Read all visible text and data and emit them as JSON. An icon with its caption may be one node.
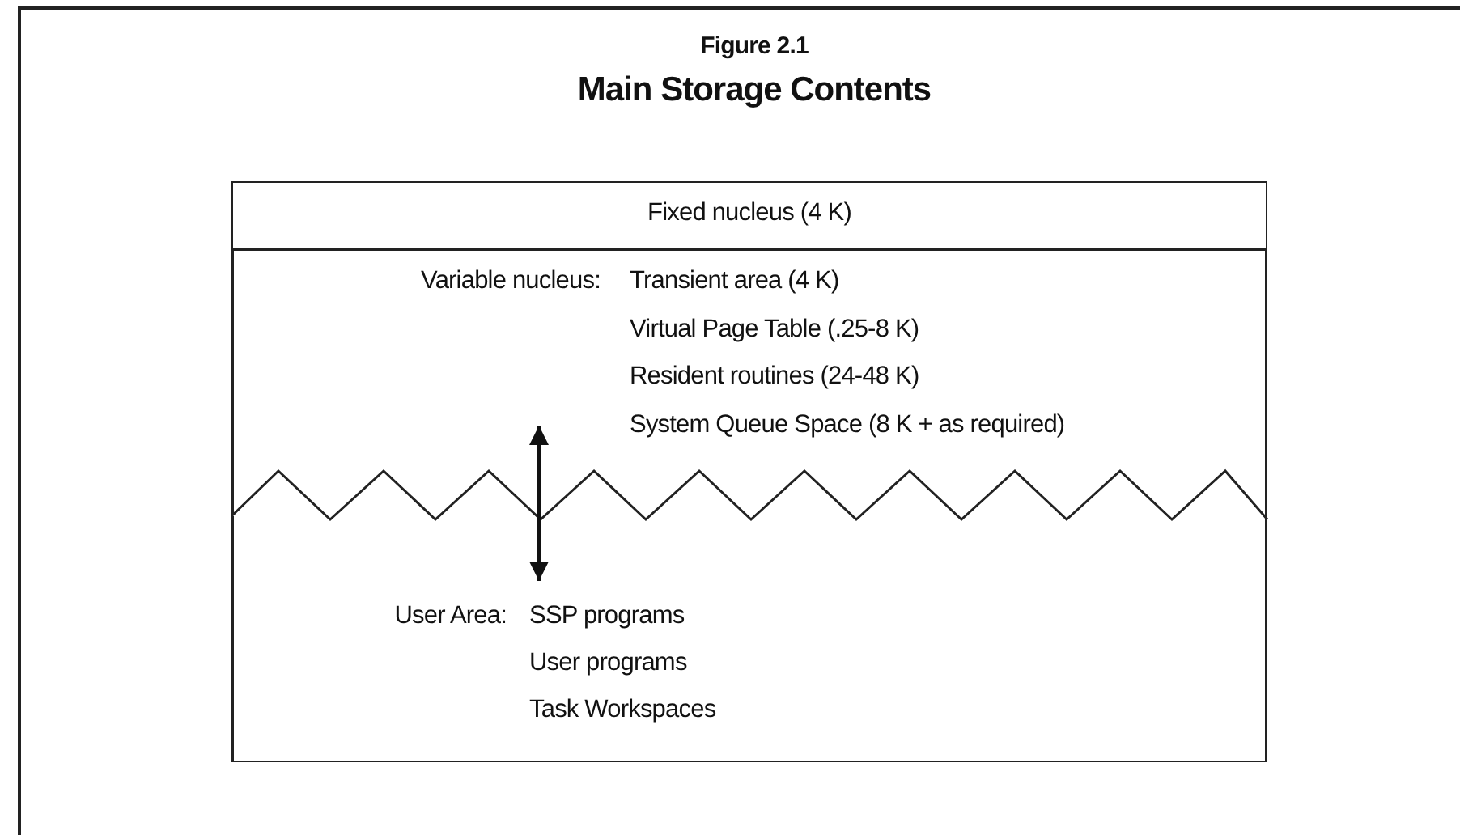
{
  "diagram": {
    "title": "Main Storage Contents",
    "nodes": [
      {
        "text": [
          "Fixed nucleus (4 K)"
        ]
      },
      {
        "text": [
          "Variable nucleus:",
          "Transient area (4 K)",
          "Virtual Page Table (.25-8 K)",
          "Resident routines (24-48 K)",
          "System Queue Space (8 K + as required)"
        ]
      },
      {
        "text": [
          "User Area:",
          "SSP programs",
          "User programs",
          "Task Workspaces"
        ]
      }
    ],
    "edges": [
      {
        "from": 1,
        "to": 2,
        "arrow": "both"
      }
    ],
    "labels": [
      "Figure 2.1"
    ]
  }
}
